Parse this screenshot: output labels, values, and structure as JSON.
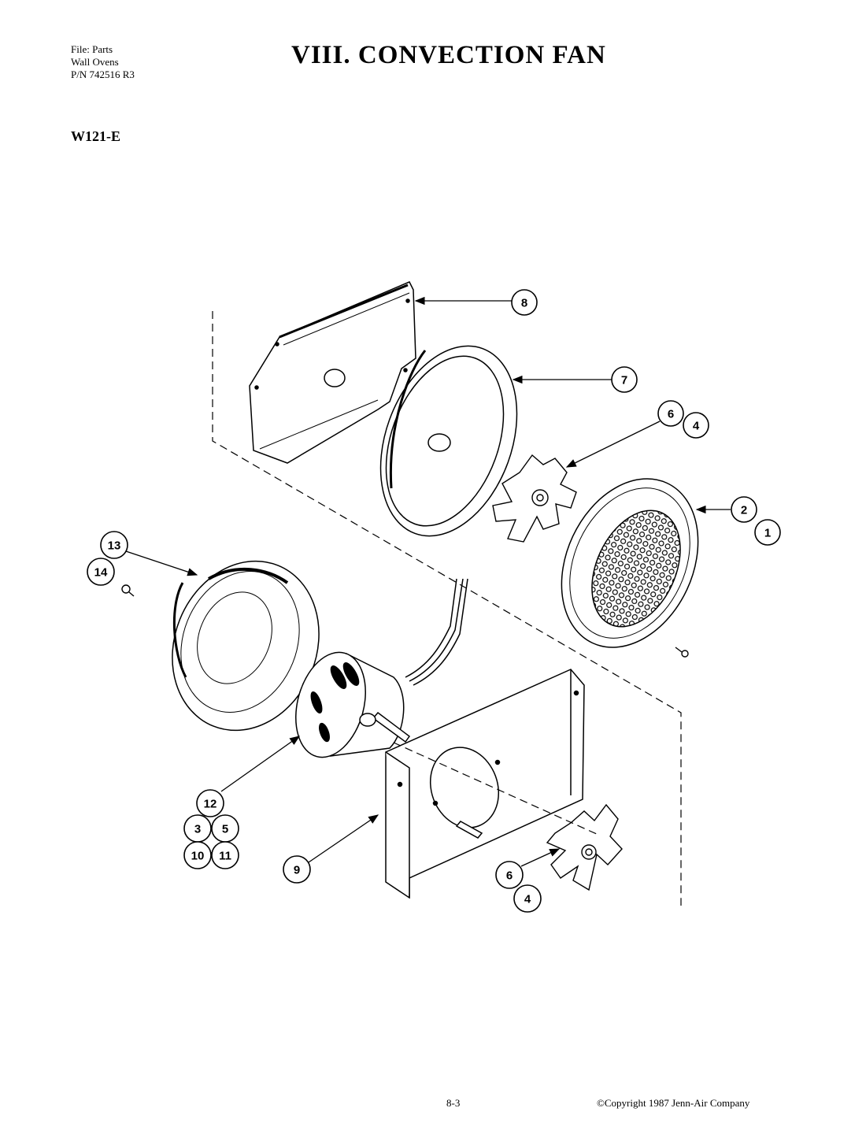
{
  "header": {
    "file_line": "File: Parts",
    "product_line": "Wall Ovens",
    "pn_line": "P/N 742516 R3"
  },
  "title": "VIII. CONVECTION FAN",
  "model": "W121-E",
  "callouts": [
    "8",
    "7",
    "6",
    "4",
    "2",
    "1",
    "13",
    "14",
    "12",
    "3",
    "5",
    "10",
    "11",
    "9",
    "6",
    "4"
  ],
  "footer": {
    "page": "8-3",
    "copyright": "©Copyright 1987 Jenn-Air Company"
  }
}
